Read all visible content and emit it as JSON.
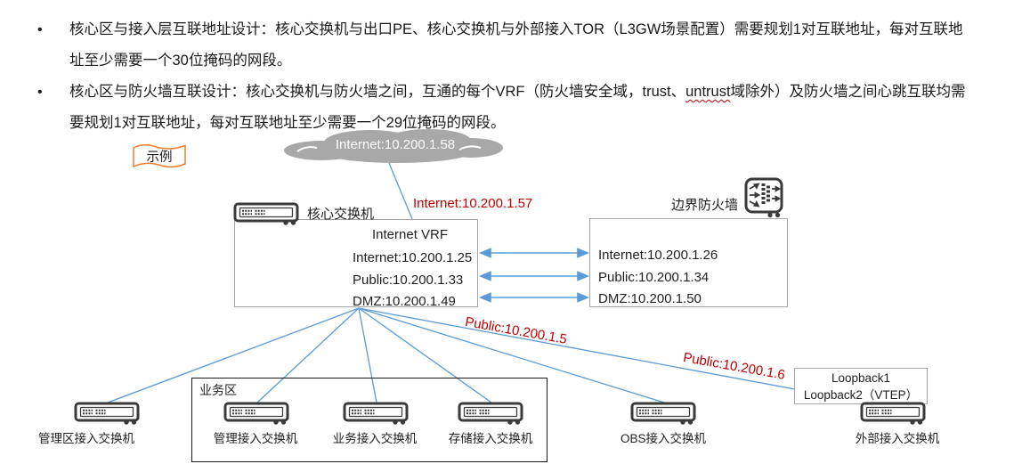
{
  "bullets": [
    {
      "text": "核心区与接入层互联地址设计：核心交换机与出口PE、核心交换机与外部接入TOR（L3GW场景配置）需要规划1对互联地址，每对互联地址至少需要一个30位掩码的网段。"
    },
    {
      "text_before": "核心区与防火墙互联设计：核心交换机与防火墙之间，互通的每个VRF（防火墙安全域，trust、",
      "misspelled_word": "untrust",
      "text_after": "域除外）及防火墙之间心跳互联均需要规划1对互联地址，每对互联地址至少需要一个29位掩码的网段。"
    }
  ],
  "example_label": "示例",
  "cloud": {
    "label": "Internet:10.200.1.58"
  },
  "core_switch": {
    "label": "核心交换机",
    "vrf_title": "Internet VRF",
    "rows": [
      "Internet:10.200.1.25",
      "Public:10.200.1.33",
      "DMZ:10.200.1.49"
    ]
  },
  "firewall": {
    "label": "边界防火墙",
    "rows": [
      "Internet:10.200.1.26",
      "Public:10.200.1.34",
      "DMZ:10.200.1.50"
    ]
  },
  "link_labels": {
    "internet_uplink": "Internet:10.200.1.57",
    "public_obs": "Public:10.200.1.5",
    "public_external": "Public:10.200.1.6"
  },
  "service_zone": {
    "label": "业务区"
  },
  "loopback_box": {
    "line1": "Loopback1",
    "line2": "Loopback2（VTEP）"
  },
  "access_switches": [
    {
      "label": "管理区接入交换机"
    },
    {
      "label": "管理接入交换机"
    },
    {
      "label": "业务接入交换机"
    },
    {
      "label": "存储接入交换机"
    },
    {
      "label": "OBS接入交换机"
    },
    {
      "label": "外部接入交换机"
    }
  ],
  "icons": {
    "cloud": "cloud-icon",
    "switch": "switch-icon",
    "firewall": "firewall-icon",
    "example_flag": "banner-flag-icon"
  },
  "colors": {
    "line_blue": "#5b9bd5",
    "label_red": "#c00000",
    "cloud_gray": "#a8a8a8",
    "example_orange": "#ed7d31",
    "box_border_gray": "#a6a6a6",
    "icon_dark": "#3a3a3a"
  }
}
